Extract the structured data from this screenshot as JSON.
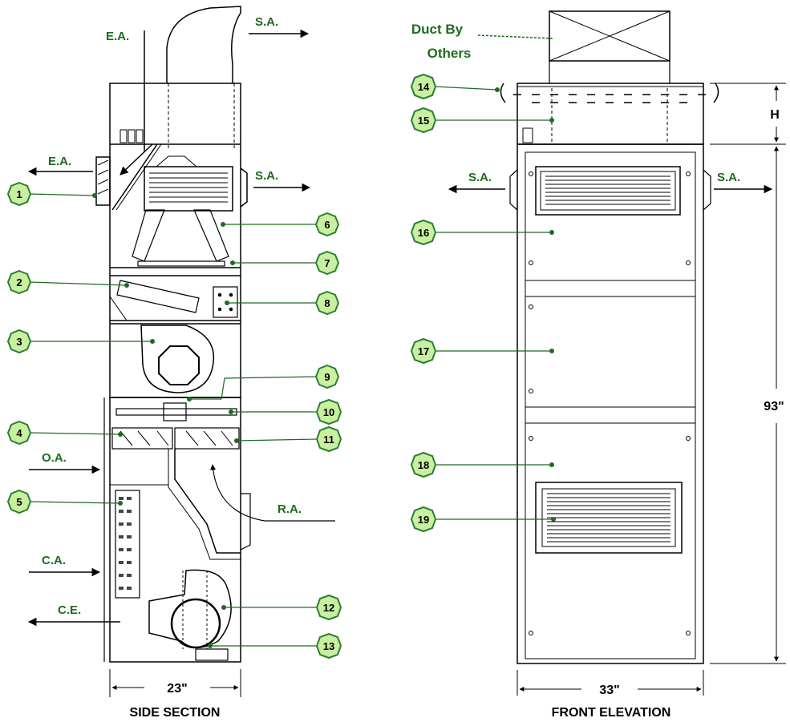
{
  "colors": {
    "label_green": "#1e6b1e",
    "callout_fill": "#c8f0a0",
    "callout_stroke": "#2e7d32",
    "leader_green": "#1e6b1e",
    "line": "#000000",
    "hatch": "#444444"
  },
  "side_section": {
    "title": "SIDE SECTION",
    "width_dim": "23\"",
    "arrows": {
      "ea_top": "E.A.",
      "sa_top": "S.A.",
      "ea_left": "E.A.",
      "sa_right": "S.A.",
      "oa": "O.A.",
      "ra": "R.A.",
      "ca": "C.A.",
      "ce": "C.E."
    },
    "callouts": [
      "1",
      "2",
      "3",
      "4",
      "5",
      "6",
      "7",
      "8",
      "9",
      "10",
      "11",
      "12",
      "13"
    ]
  },
  "front_elevation": {
    "title": "FRONT ELEVATION",
    "width_dim": "33\"",
    "height_dim": "93\"",
    "plenum_dim": "H",
    "duct_note_line1": "Duct By",
    "duct_note_line2": "Others",
    "arrows": {
      "sa_left": "S.A.",
      "sa_right": "S.A."
    },
    "callouts": [
      "14",
      "15",
      "16",
      "17",
      "18",
      "19"
    ]
  }
}
